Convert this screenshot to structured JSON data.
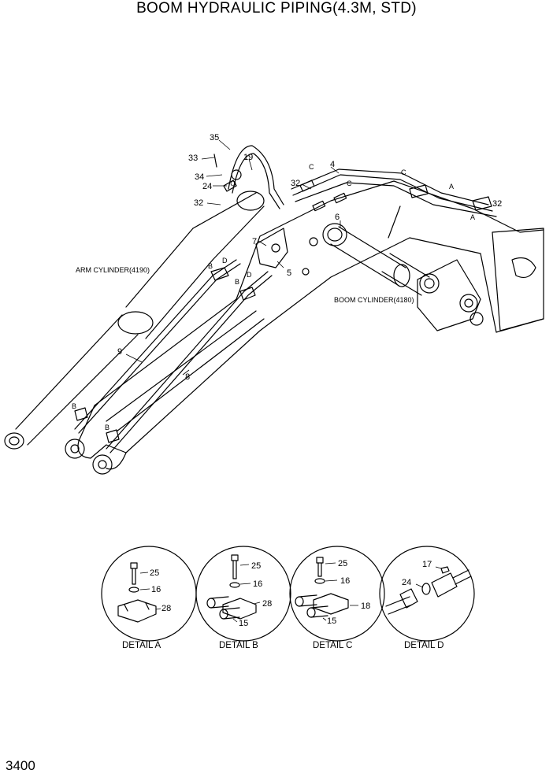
{
  "title": "BOOM HYDRAULIC PIPING(4.3M, STD)",
  "page_number": "3400",
  "main_callouts": [
    "35",
    "33",
    "19",
    "34",
    "24",
    "32",
    "4",
    "32",
    "32",
    "6",
    "7",
    "5",
    "9",
    "8"
  ],
  "letter_marks": [
    "C",
    "C",
    "C",
    "A",
    "A",
    "B",
    "D",
    "B",
    "D",
    "B",
    "B"
  ],
  "components": {
    "arm_cylinder": "ARM CYLINDER(4190)",
    "boom_cylinder": "BOOM CYLINDER(4180)"
  },
  "details": [
    {
      "caption": "DETAIL A",
      "parts": [
        "25",
        "16",
        "28"
      ]
    },
    {
      "caption": "DETAIL B",
      "parts": [
        "25",
        "16",
        "28",
        "15"
      ]
    },
    {
      "caption": "DETAIL C",
      "parts": [
        "25",
        "16",
        "18",
        "15"
      ]
    },
    {
      "caption": "DETAIL D",
      "parts": [
        "17",
        "24"
      ]
    }
  ]
}
